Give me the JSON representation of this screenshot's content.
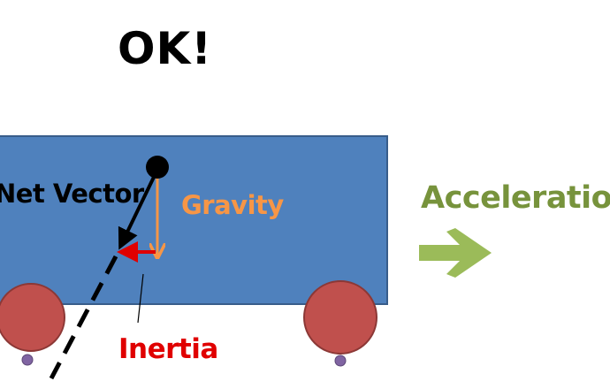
{
  "slide": {
    "heading": "OK!",
    "labels": {
      "net_vector": "Net Vector",
      "gravity": "Gravity",
      "inertia": "Inertia",
      "acceleration": "Acceleration"
    }
  },
  "colors": {
    "background": "#ffffff",
    "car_body": "#4f81bd",
    "car_border": "#385d8a",
    "wheel": "#c0504d",
    "wheel_border": "#8c3836",
    "axle": "#8064a2",
    "net_vector": "#000000",
    "gravity": "#f79646",
    "inertia": "#e00000",
    "acceleration": "#77933c",
    "acceleration_arrow": "#9bbb59",
    "heading": "#000000"
  },
  "icons": {
    "pendulum": "pendulum-bob-icon",
    "acceleration": "right-arrow-icon"
  }
}
